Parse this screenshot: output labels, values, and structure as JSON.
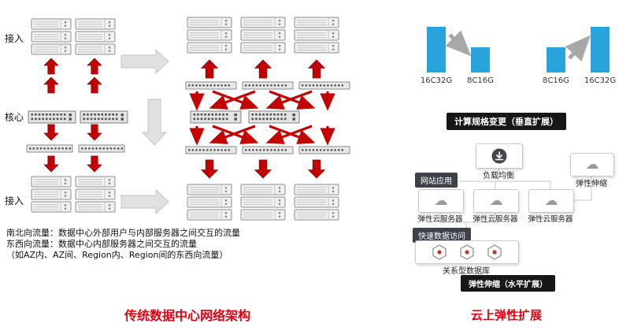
{
  "colors": {
    "red_arrow": "#c40000",
    "bar_blue": "#29a3dc",
    "caption_red": "#e60012",
    "pill_black": "#17171a",
    "minipill_gray": "#3d4148"
  },
  "left": {
    "layer_labels": [
      "接入",
      "核心",
      "接入"
    ],
    "notes": [
      "南北向流量：数据中心外部用户与内部服务器之间交互的流量",
      "东西向流量：数据中心内部服务器之间交互的流量",
      "（如AZ内、AZ间、Region内、Region间的东西向流量）"
    ],
    "caption": "传统数据中心网络架构",
    "diagram": {
      "left_group": {
        "server_cols": 2,
        "server_rows": 3,
        "core_switches": 2,
        "edge_switches": 2,
        "bottom_server_rows": 3
      },
      "right_group": {
        "server_cols": 3,
        "server_rows": 3,
        "core_switches": 2,
        "edge_switches": 3,
        "bottom_server_rows": 3
      }
    }
  },
  "right": {
    "scale_down": {
      "from": "16C32G",
      "to": "8C16G"
    },
    "scale_up": {
      "from": "8C16G",
      "to": "16C32G"
    },
    "vertical_banner": "计算规格变更（垂直扩展）",
    "horizontal_banner": "弹性伸缩（水平扩展）",
    "caption": "云上弹性扩展",
    "architecture": {
      "load_balancer": "负载均衡",
      "web_app": "网站应用",
      "auto_scaling": "弹性伸缩",
      "ecs_label": "弹性云服务器",
      "fast_access": "快速数据访问",
      "database": "关系型数据库"
    },
    "icons": {
      "load_balancer": "download-circle-icon",
      "ecs": "cloud-icon",
      "auto_scaling": "cloud-icon",
      "database": "hexagon-db-icon"
    }
  }
}
